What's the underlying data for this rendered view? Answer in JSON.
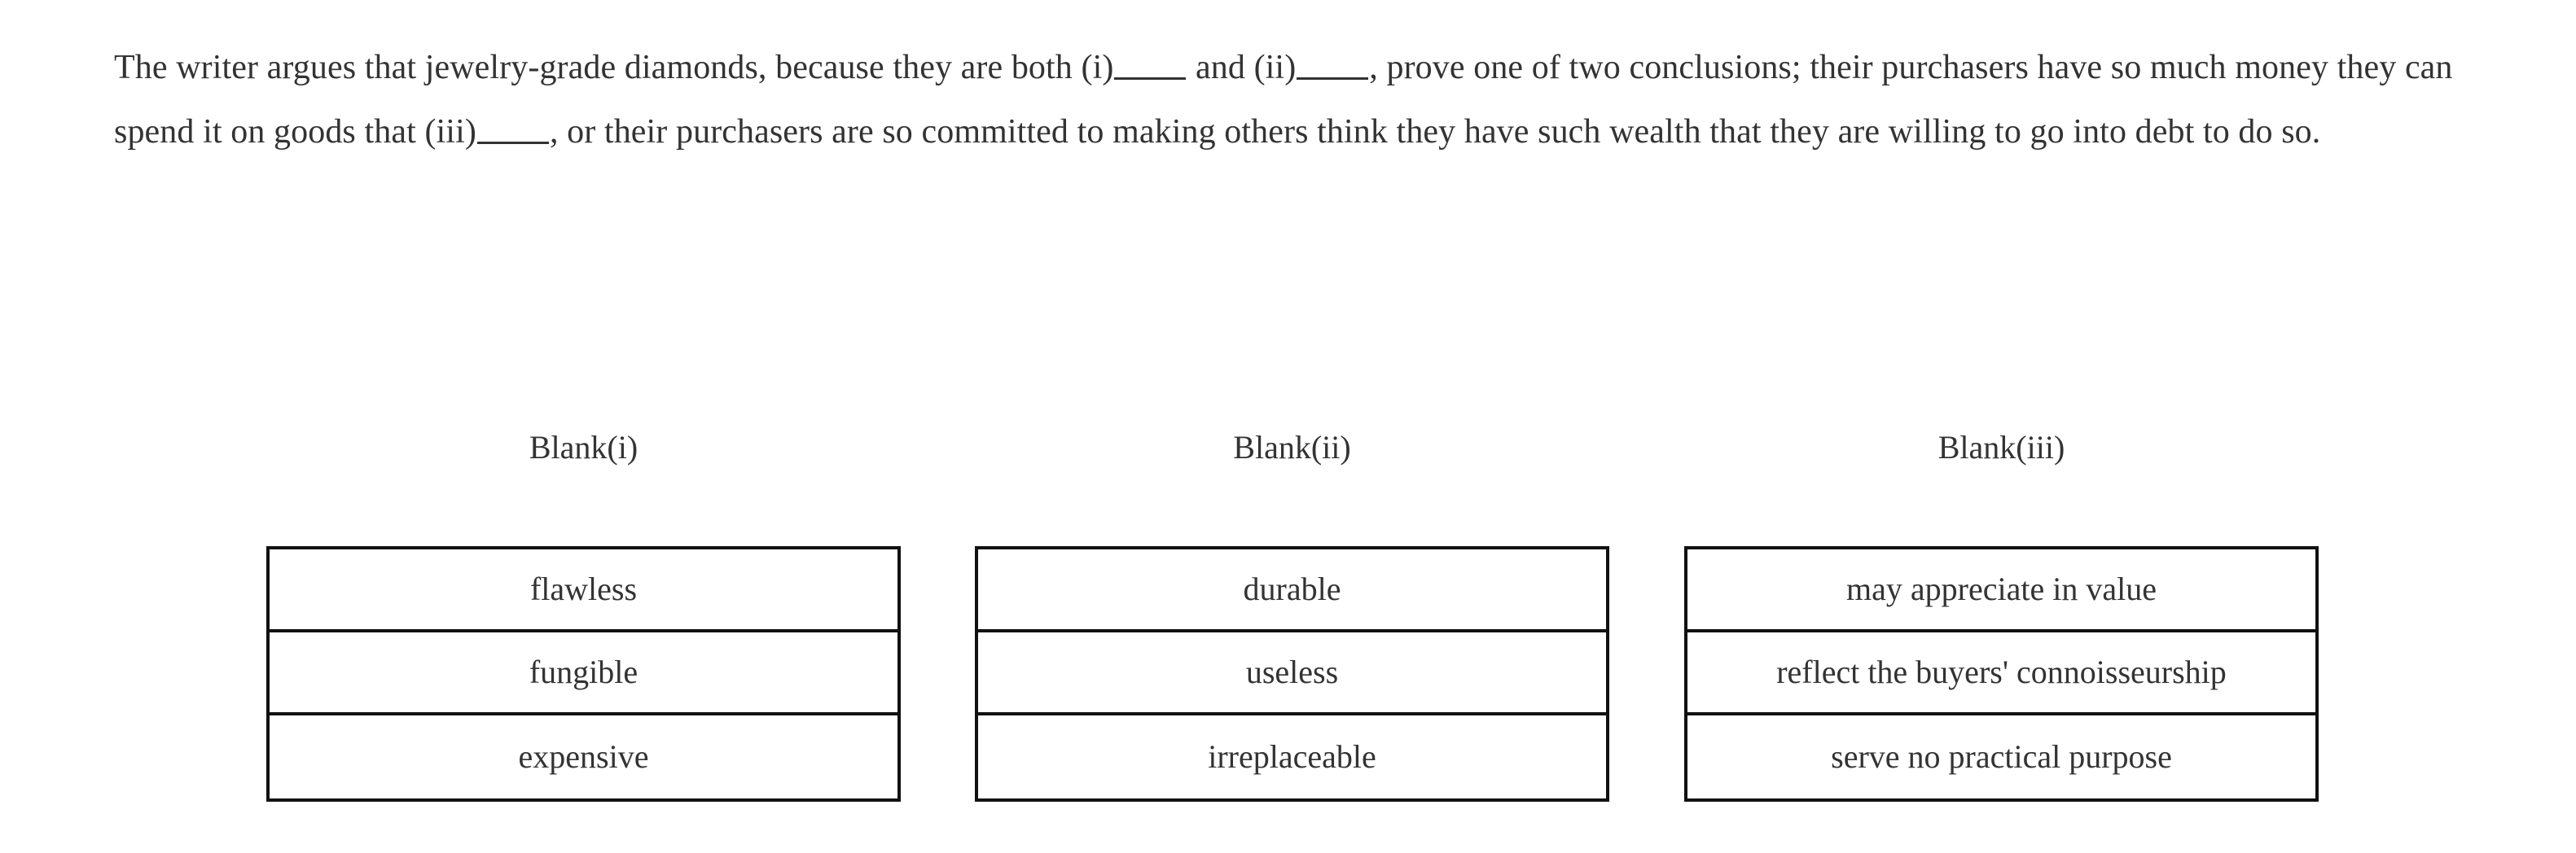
{
  "passage": {
    "segments": [
      {
        "type": "text",
        "value": "The writer argues that jewelry-grade diamonds, because they are both (i)"
      },
      {
        "type": "blank",
        "value": "_____"
      },
      {
        "type": "text",
        "value": " and (ii)"
      },
      {
        "type": "blank",
        "value": "_____"
      },
      {
        "type": "text",
        "value": ", prove one of two conclusions; their purchasers have so much money they can spend it on goods that (iii)"
      },
      {
        "type": "blank",
        "value": "_____"
      },
      {
        "type": "text",
        "value": ", or their purchasers are so committed to making others think they have such wealth that they are willing to go into debt to do so."
      }
    ],
    "full_text": "The writer argues that jewelry-grade diamonds, because they are both (i)_____ and (ii)_____, prove one of two conclusions; their purchasers have so much money they can spend it on goods that (iii)_____, or their purchasers are so committed to making others think they have such wealth that they are willing to go into debt to do so."
  },
  "blanks": [
    {
      "id": "blank-i",
      "header": "Blank(i)",
      "choices": [
        {
          "label": "flawless"
        },
        {
          "label": "fungible"
        },
        {
          "label": "expensive"
        }
      ]
    },
    {
      "id": "blank-ii",
      "header": "Blank(ii)",
      "choices": [
        {
          "label": "durable"
        },
        {
          "label": "useless"
        },
        {
          "label": "irreplaceable"
        }
      ]
    },
    {
      "id": "blank-iii",
      "header": "Blank(iii)",
      "choices": [
        {
          "label": "may appreciate in value"
        },
        {
          "label": "reflect the buyers' connoisseurship"
        },
        {
          "label": "serve no practical purpose"
        }
      ]
    }
  ],
  "colors": {
    "text": "#333333",
    "border": "#111111",
    "background": "#ffffff"
  }
}
